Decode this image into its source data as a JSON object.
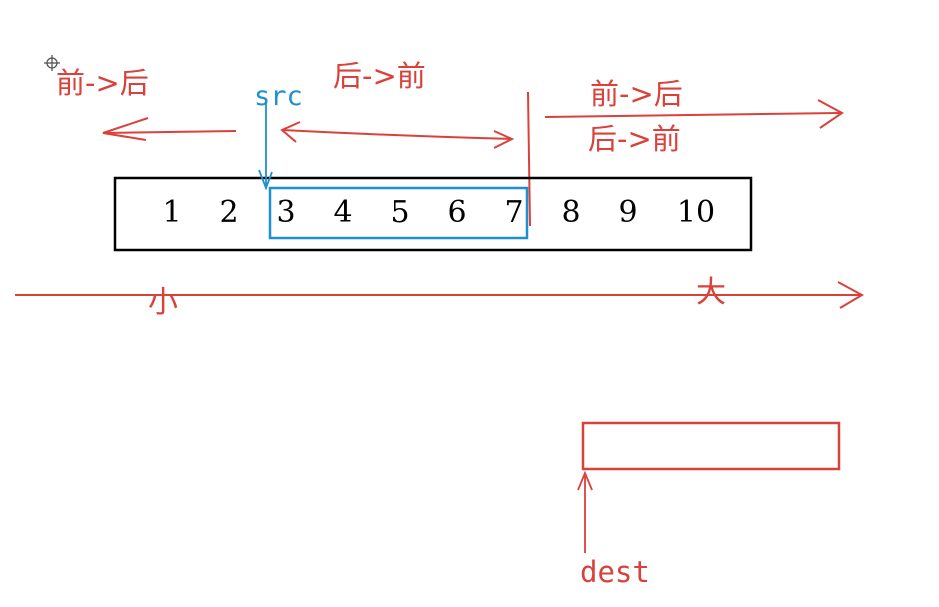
{
  "labels": {
    "left_top": "前->后",
    "middle_top": "后->前",
    "right_top_1": "前->后",
    "right_top_2": "后->前",
    "src": "src",
    "dest": "dest",
    "small": "小",
    "big": "大"
  },
  "array": [
    "1",
    "2",
    "3",
    "4",
    "5",
    "6",
    "7",
    "8",
    "9",
    "10"
  ],
  "colors": {
    "red": "#d9413a",
    "blue": "#1e90d0",
    "black": "#000000"
  }
}
